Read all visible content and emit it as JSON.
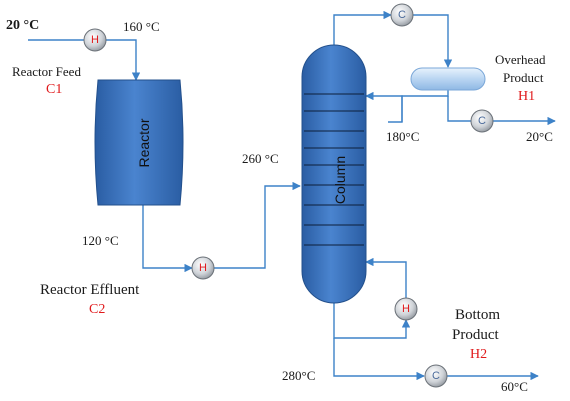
{
  "colors": {
    "pipe": "#3d82c8",
    "vessel_dark": "#2a5da3",
    "vessel_light": "#5b95db",
    "heater_text": "#e0191b",
    "cooler_text": "#4a6a9a",
    "stream_code": "#e0191b"
  },
  "units": {
    "heater_symbol": "H",
    "cooler_symbol": "C"
  },
  "vessels": {
    "reactor": "Reactor",
    "column": "Column"
  },
  "streams": {
    "reactor_feed": {
      "label": "Reactor Feed",
      "code": "C1",
      "inlet_temp": "20 °C",
      "outlet_temp": "160 °C"
    },
    "reactor_effluent": {
      "label": "Reactor Effluent",
      "code": "C2",
      "inlet_temp": "120 °C",
      "outlet_temp": "260 °C"
    },
    "overhead_product": {
      "label_line1": "Overhead",
      "label_line2": "Product",
      "code": "H1",
      "inlet_temp": "180°C",
      "outlet_temp": "20°C"
    },
    "bottom_product": {
      "label_line1": "Bottom",
      "label_line2": "Product",
      "code": "H2",
      "inlet_temp": "280°C",
      "outlet_temp": "60°C"
    }
  }
}
